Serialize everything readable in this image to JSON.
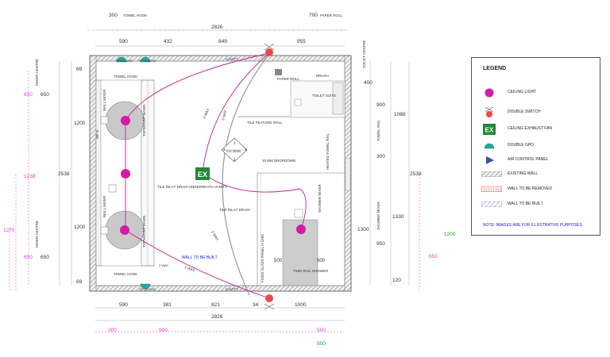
{
  "colors": {
    "wall": "#9a9a9a",
    "light": "#d21ca6",
    "circuit": "#c2208e",
    "switch": "#e74a4a",
    "exhaust": "#22883a",
    "gpo": "#2aa6a0",
    "dim_pink": "#e23ad6",
    "dim_green": "#1a9a1a",
    "dim_black": "#333333",
    "note_blue": "#1e22c8"
  },
  "dims": {
    "top": {
      "towel_hook": "300",
      "towel_hook_label": "TOWEL HOOK",
      "paper_roll": "700",
      "paper_roll_label": "PAPER ROLL",
      "overall": "2826",
      "seg1": "590",
      "seg2": "432",
      "seg3": "849",
      "seg4": "955"
    },
    "bottom": {
      "seg1": "590",
      "seg2": "381",
      "seg3": "821",
      "seg4": "34",
      "seg5": "1000",
      "overall": "2826",
      "pink1": "300",
      "pink2": "900",
      "pink3": "500",
      "green": "500"
    },
    "left": {
      "d69_top": "69",
      "d1200_top": "1200",
      "d1200_bottom": "1200",
      "d69_bottom": "69",
      "overall": "2538",
      "mixer_top_pink": "650",
      "mixer_top": "650",
      "mixer_top_label": "MIXER CENTRE",
      "pink_1238": "1238",
      "pink_1270": "1270",
      "mixer_bot_pink": "650",
      "mixer_bot": "650",
      "mixer_bot_label": "MIXER CENTRE"
    },
    "right": {
      "toilet_centre": "400",
      "toilet_centre_label": "TOILET CENTRE",
      "d900": "900",
      "d1088": "1088",
      "towel_rail_label": "TOWEL RAIL",
      "d300": "300",
      "overall": "2538",
      "d1330": "1330",
      "d1300": "1300",
      "d950": "950",
      "shower_mixer_label": "SHOWER MIXER",
      "d120": "120",
      "pink_650": "650",
      "green_1200": "1200"
    }
  },
  "plan_labels": {
    "cavity_top": "CAVITY",
    "cavity_bottom": "CAVITY",
    "towel_hook_top": "TOWEL HOOK",
    "towel_hook_bottom": "TOWEL HOOK",
    "paper_roll": "PAPER ROLL",
    "brush": "BRUSH",
    "toilet_suite": "TOILET SUITE",
    "tile_feature_wall": "TILE FEATURE WALL",
    "wall_mixer_top": "WALL MIXER",
    "wall_mixer_bottom": "WALL MIXER",
    "topmount_basin_top": "TOPMOUNT BASIN",
    "topmount_basin_bottom": "TOPMOUNT BASIN",
    "tile_inlay_drain_vanity": "TILE INLAY DRAIN UNDERNEATH VANITY",
    "tile_inlay_drain": "TILE INLAY DRAIN",
    "dropdown": "10 MM DROPDOWN",
    "heated_towel_rail": "HEATED TOWEL RAIL",
    "shower_mixer": "SHOWER MIXER",
    "fixed_glass": "FIXED GLASS PANEL H:1950",
    "twin_rail": "TWIN RAIL SHOWER",
    "shower_500_left": "500",
    "shower_500_right": "500",
    "wall_to_be_built": "WALL TO BE BUILT",
    "ch": "CH 2629",
    "way3_a": "3 WAY",
    "way3_b": "3 WAY",
    "way2_a": "2 WAY",
    "way2_b": "2 WAY",
    "aux_way": "2 WAY",
    "exhaust": "EX",
    "ap1": "3",
    "ap2": "1",
    "ap3": "3",
    "ap4": "4",
    "left_cavity": "WF E",
    "gpo1": "STUDIOHD",
    "gpo2": "STUDIOHD",
    "gpo3": "STUDIOHD"
  },
  "legend": {
    "title": "LEGEND",
    "items": [
      {
        "label": "CEILING LIGHT",
        "icon": "ceiling-light-icon"
      },
      {
        "label": "DOUBLE SWITCH",
        "icon": "double-switch-icon"
      },
      {
        "label": "CEILING EXHAUST FAN",
        "icon": "exhaust-fan-icon",
        "symbol": "EX"
      },
      {
        "label": "DOUBLE GPO",
        "icon": "double-gpo-icon"
      },
      {
        "label": "AIR CONTROL PANEL",
        "icon": "air-control-panel-icon"
      },
      {
        "label": "EXISTING WALL",
        "icon": "existing-wall-swatch"
      },
      {
        "label": "WALL TO BE REMOVED",
        "icon": "wall-removed-swatch"
      },
      {
        "label": "WALL TO BE BUILT",
        "icon": "wall-built-swatch"
      }
    ],
    "note": "NOTE: IMAGES ARE FOR ILLUSTRATIVE PURPOSES."
  }
}
